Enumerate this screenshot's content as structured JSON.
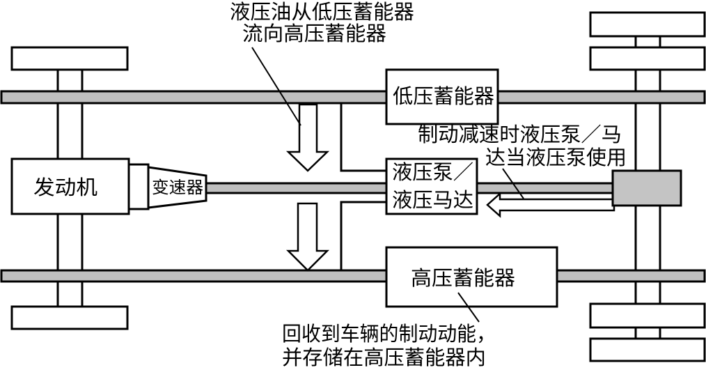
{
  "diagram": {
    "top_note": [
      "液压油从低压蓄能器",
      "流向高压蓄能器"
    ],
    "low_pressure_accumulator": "低压蓄能器",
    "right_note": [
      "制动减速时液压泵／马",
      "达当液压泵使用"
    ],
    "engine": "发动机",
    "transmission": "变速器",
    "pump_motor": [
      "液压泵／",
      "液压马达"
    ],
    "high_pressure_accumulator": "高压蓄能器",
    "bottom_note": [
      "回收到车辆的制动动能，",
      "并存储在高压蓄能器内"
    ]
  },
  "colors": {
    "ink": "#000000",
    "shaft": "#bfbfbf",
    "block": "#c4c4c4",
    "background": "#ffffff"
  }
}
